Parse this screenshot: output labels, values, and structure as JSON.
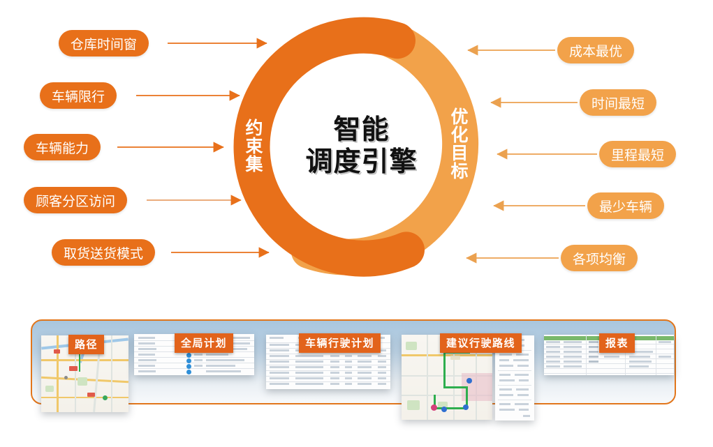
{
  "diagram": {
    "center": {
      "line1": "智能",
      "line2": "调度引擎"
    },
    "ring": {
      "left_label": "约束集",
      "right_label": "优化目标",
      "left_color": "#E8701A",
      "right_color": "#F2A24A"
    },
    "constraints": [
      {
        "label": "仓库时间窗"
      },
      {
        "label": "车辆限行"
      },
      {
        "label": "车辆能力"
      },
      {
        "label": "顾客分区访问"
      },
      {
        "label": "取货送货模式"
      }
    ],
    "objectives": [
      {
        "label": "成本最优"
      },
      {
        "label": "时间最短"
      },
      {
        "label": "里程最短"
      },
      {
        "label": "最少车辆"
      },
      {
        "label": "各项均衡"
      }
    ]
  },
  "gallery": {
    "border_color": "#E2761B",
    "caption_color": "#E2631B",
    "items": [
      {
        "caption": "路径",
        "kind": "map"
      },
      {
        "caption": "全局计划",
        "kind": "table"
      },
      {
        "caption": "车辆行驶计划",
        "kind": "table"
      },
      {
        "caption": "建议行驶路线",
        "kind": "map"
      },
      {
        "caption": "报表",
        "kind": "table"
      }
    ]
  }
}
